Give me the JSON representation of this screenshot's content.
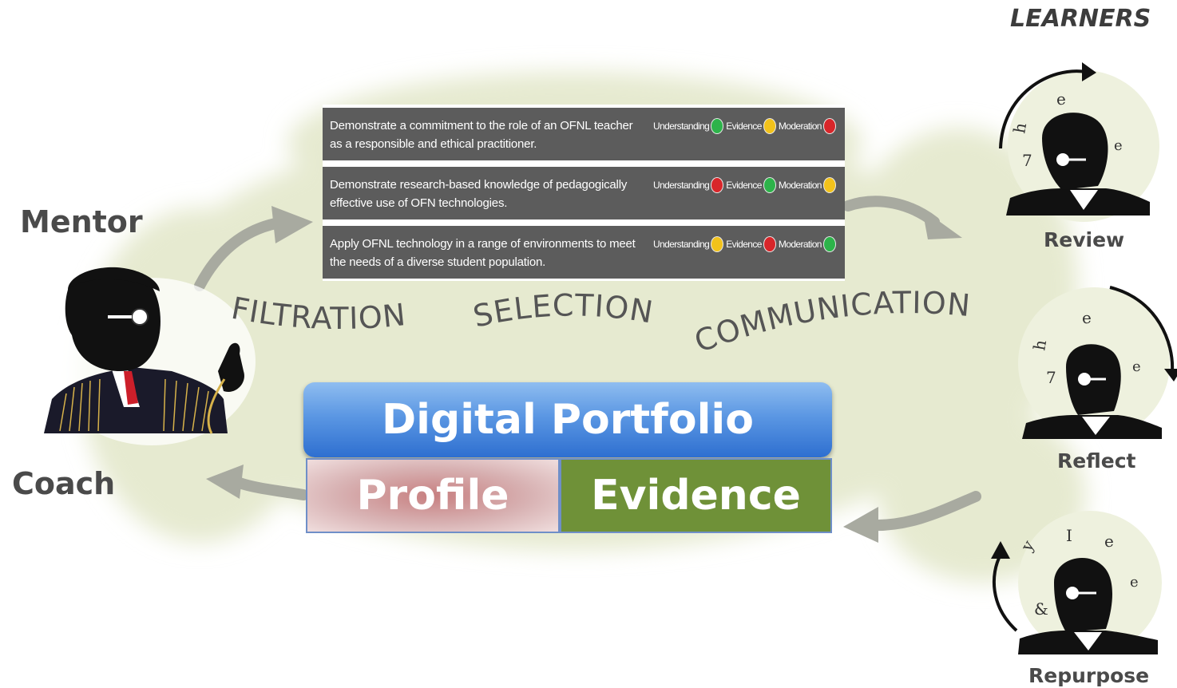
{
  "roles": {
    "mentor": "Mentor",
    "coach": "Coach"
  },
  "learners": {
    "title": "LEARNERS",
    "review": "Review",
    "reflect": "Reflect",
    "repurpose": "Repurpose"
  },
  "process": {
    "filtration": "FILTRATION",
    "selection": "SELECTION",
    "communication": "COMMUNICATION"
  },
  "portfolio": {
    "title": "Digital Portfolio",
    "profile": "Profile",
    "evidence": "Evidence"
  },
  "criteria": {
    "labels": {
      "understanding": "Understanding",
      "evidence": "Evidence",
      "moderation": "Moderation"
    },
    "rows": [
      {
        "text": "Demonstrate a commitment to the role of an OFNL teacher as a responsible and ethical practitioner.",
        "understanding": "#2db34a",
        "evidence": "#f2c21b",
        "moderation": "#d8262a"
      },
      {
        "text": "Demonstrate research-based knowledge of pedagogically effective use of OFN technologies.",
        "understanding": "#d8262a",
        "evidence": "#2db34a",
        "moderation": "#f2c21b"
      },
      {
        "text": "Apply OFNL technology in a range of environments to meet the needs of a diverse student population.",
        "understanding": "#f2c21b",
        "evidence": "#d8262a",
        "moderation": "#2db34a"
      }
    ]
  },
  "colors": {
    "cloud": "#e9ecd6",
    "arrow": "#a8aaa0",
    "banner": "#4a86dc",
    "evidence": "#6f9138",
    "status_green": "#2db34a",
    "status_yellow": "#f2c21b",
    "status_red": "#d8262a"
  },
  "icons": [
    "mentor-figure-icon",
    "learner-figure-icon",
    "cycle-arrow-icon",
    "flow-arrow-icon"
  ]
}
